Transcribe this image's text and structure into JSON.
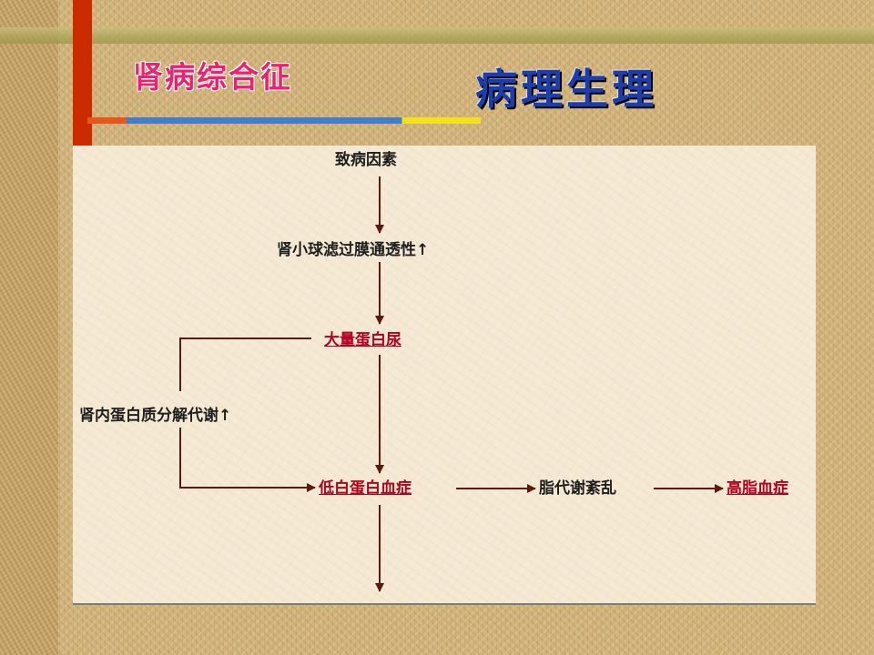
{
  "slide": {
    "title_left": "肾病综合征",
    "title_right": "病理生理"
  },
  "flowchart": {
    "nodes": [
      {
        "id": "cause",
        "label": "致病因素",
        "highlight": false
      },
      {
        "id": "permeability",
        "label": "肾小球滤过膜通透性↑",
        "highlight": false
      },
      {
        "id": "proteinuria",
        "label": "大量蛋白尿",
        "highlight": true
      },
      {
        "id": "catabolism",
        "label": "肾内蛋白质分解代谢↑",
        "highlight": false
      },
      {
        "id": "hypoalbuminemia",
        "label": "低白蛋白血症",
        "highlight": true
      },
      {
        "id": "lipid_disorder",
        "label": "脂代谢紊乱",
        "highlight": false
      },
      {
        "id": "hyperlipidemia",
        "label": "高脂血症",
        "highlight": true
      }
    ],
    "edges": [
      {
        "from": "cause",
        "to": "permeability"
      },
      {
        "from": "permeability",
        "to": "proteinuria"
      },
      {
        "from": "proteinuria",
        "to": "hypoalbuminemia"
      },
      {
        "from": "proteinuria",
        "to": "hypoalbuminemia",
        "via": "catabolism"
      },
      {
        "from": "hypoalbuminemia",
        "to": "lipid_disorder"
      },
      {
        "from": "lipid_disorder",
        "to": "hyperlipidemia"
      },
      {
        "from": "hypoalbuminemia",
        "to": ""
      }
    ]
  },
  "colors": {
    "title_left": "#f0206e",
    "title_right": "#1d3eaa",
    "accent_bar": "#cc2a00",
    "arrow": "#5a1a10",
    "highlight_text": "#b3001f"
  }
}
